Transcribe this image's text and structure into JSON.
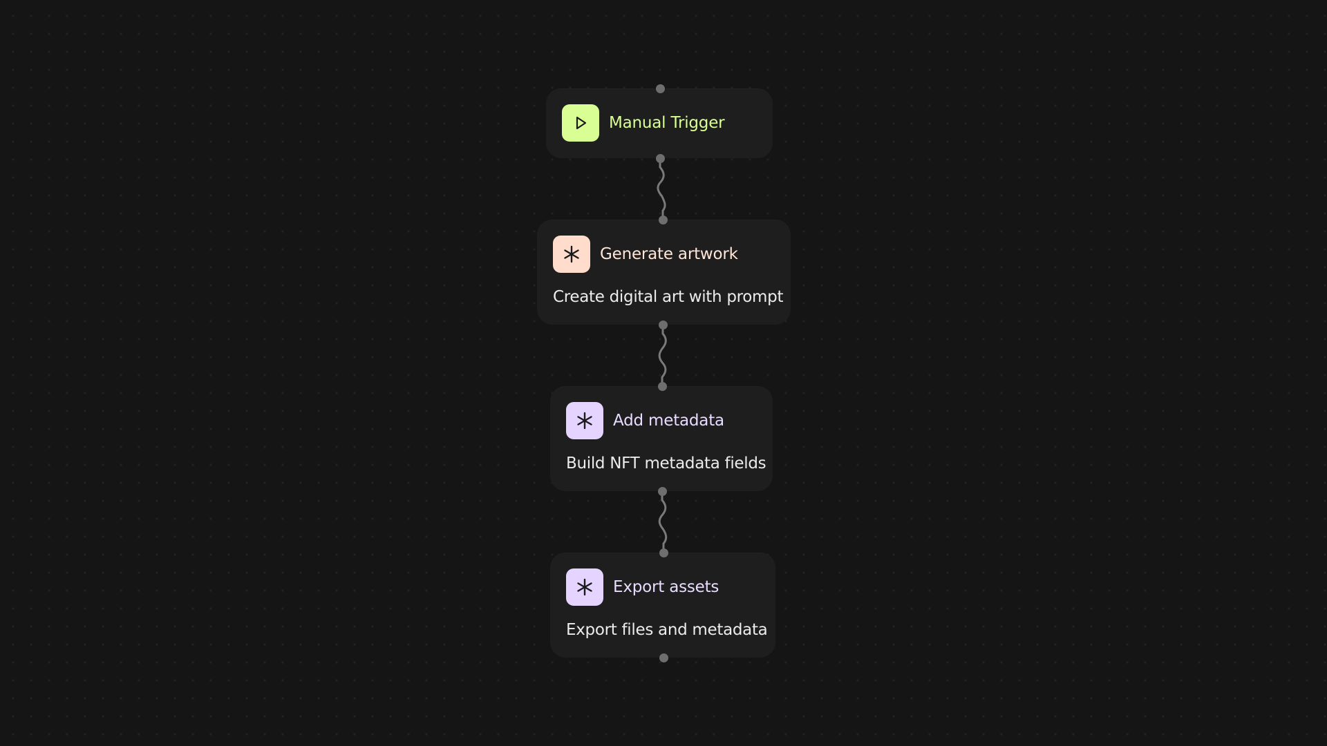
{
  "colors": {
    "canvas_bg": "#151515",
    "node_bg": "#1e1e1f",
    "edge": "#7a7a7a",
    "handle": "#6e6e6e"
  },
  "nodes": [
    {
      "id": "manual-trigger",
      "title": "Manual Trigger",
      "description": "",
      "icon": "play-icon",
      "icon_bg": "#d9ff94",
      "icon_fg": "#1a1a1a",
      "title_color": "#d9ff94"
    },
    {
      "id": "generate-artwork",
      "title": "Generate artwork",
      "description": "Create digital art with prompt",
      "icon": "asterisk-icon",
      "icon_bg": "#ffdccb",
      "icon_fg": "#1a1a1a",
      "title_color": "#ffe6d6"
    },
    {
      "id": "add-metadata",
      "title": "Add metadata",
      "description": "Build NFT metadata fields",
      "icon": "asterisk-icon",
      "icon_bg": "#e4d4ff",
      "icon_fg": "#1a1a1a",
      "title_color": "#e8dcff"
    },
    {
      "id": "export-assets",
      "title": "Export assets",
      "description": "Export files and metadata",
      "icon": "asterisk-icon",
      "icon_bg": "#e4d4ff",
      "icon_fg": "#1a1a1a",
      "title_color": "#e8dcff"
    }
  ],
  "edges": [
    {
      "from": "manual-trigger",
      "to": "generate-artwork"
    },
    {
      "from": "generate-artwork",
      "to": "add-metadata"
    },
    {
      "from": "add-metadata",
      "to": "export-assets"
    }
  ]
}
